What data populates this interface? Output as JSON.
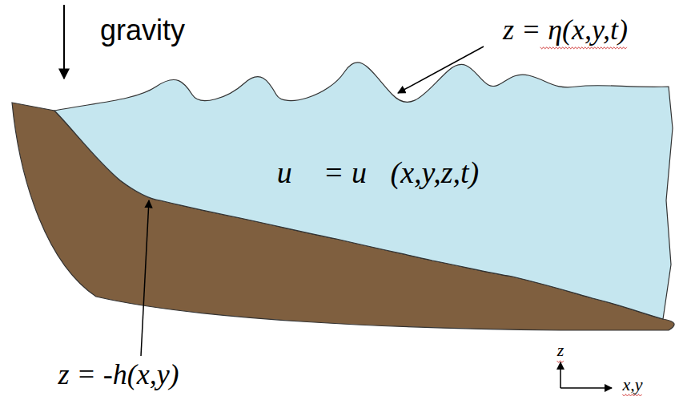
{
  "diagram": {
    "labels": [
      "gravity",
      "z = η(x,y,t)",
      "u⃗ = u⃗(x,y,z,t)",
      "z = -h(x,y)",
      "z",
      "x,y"
    ]
  }
}
